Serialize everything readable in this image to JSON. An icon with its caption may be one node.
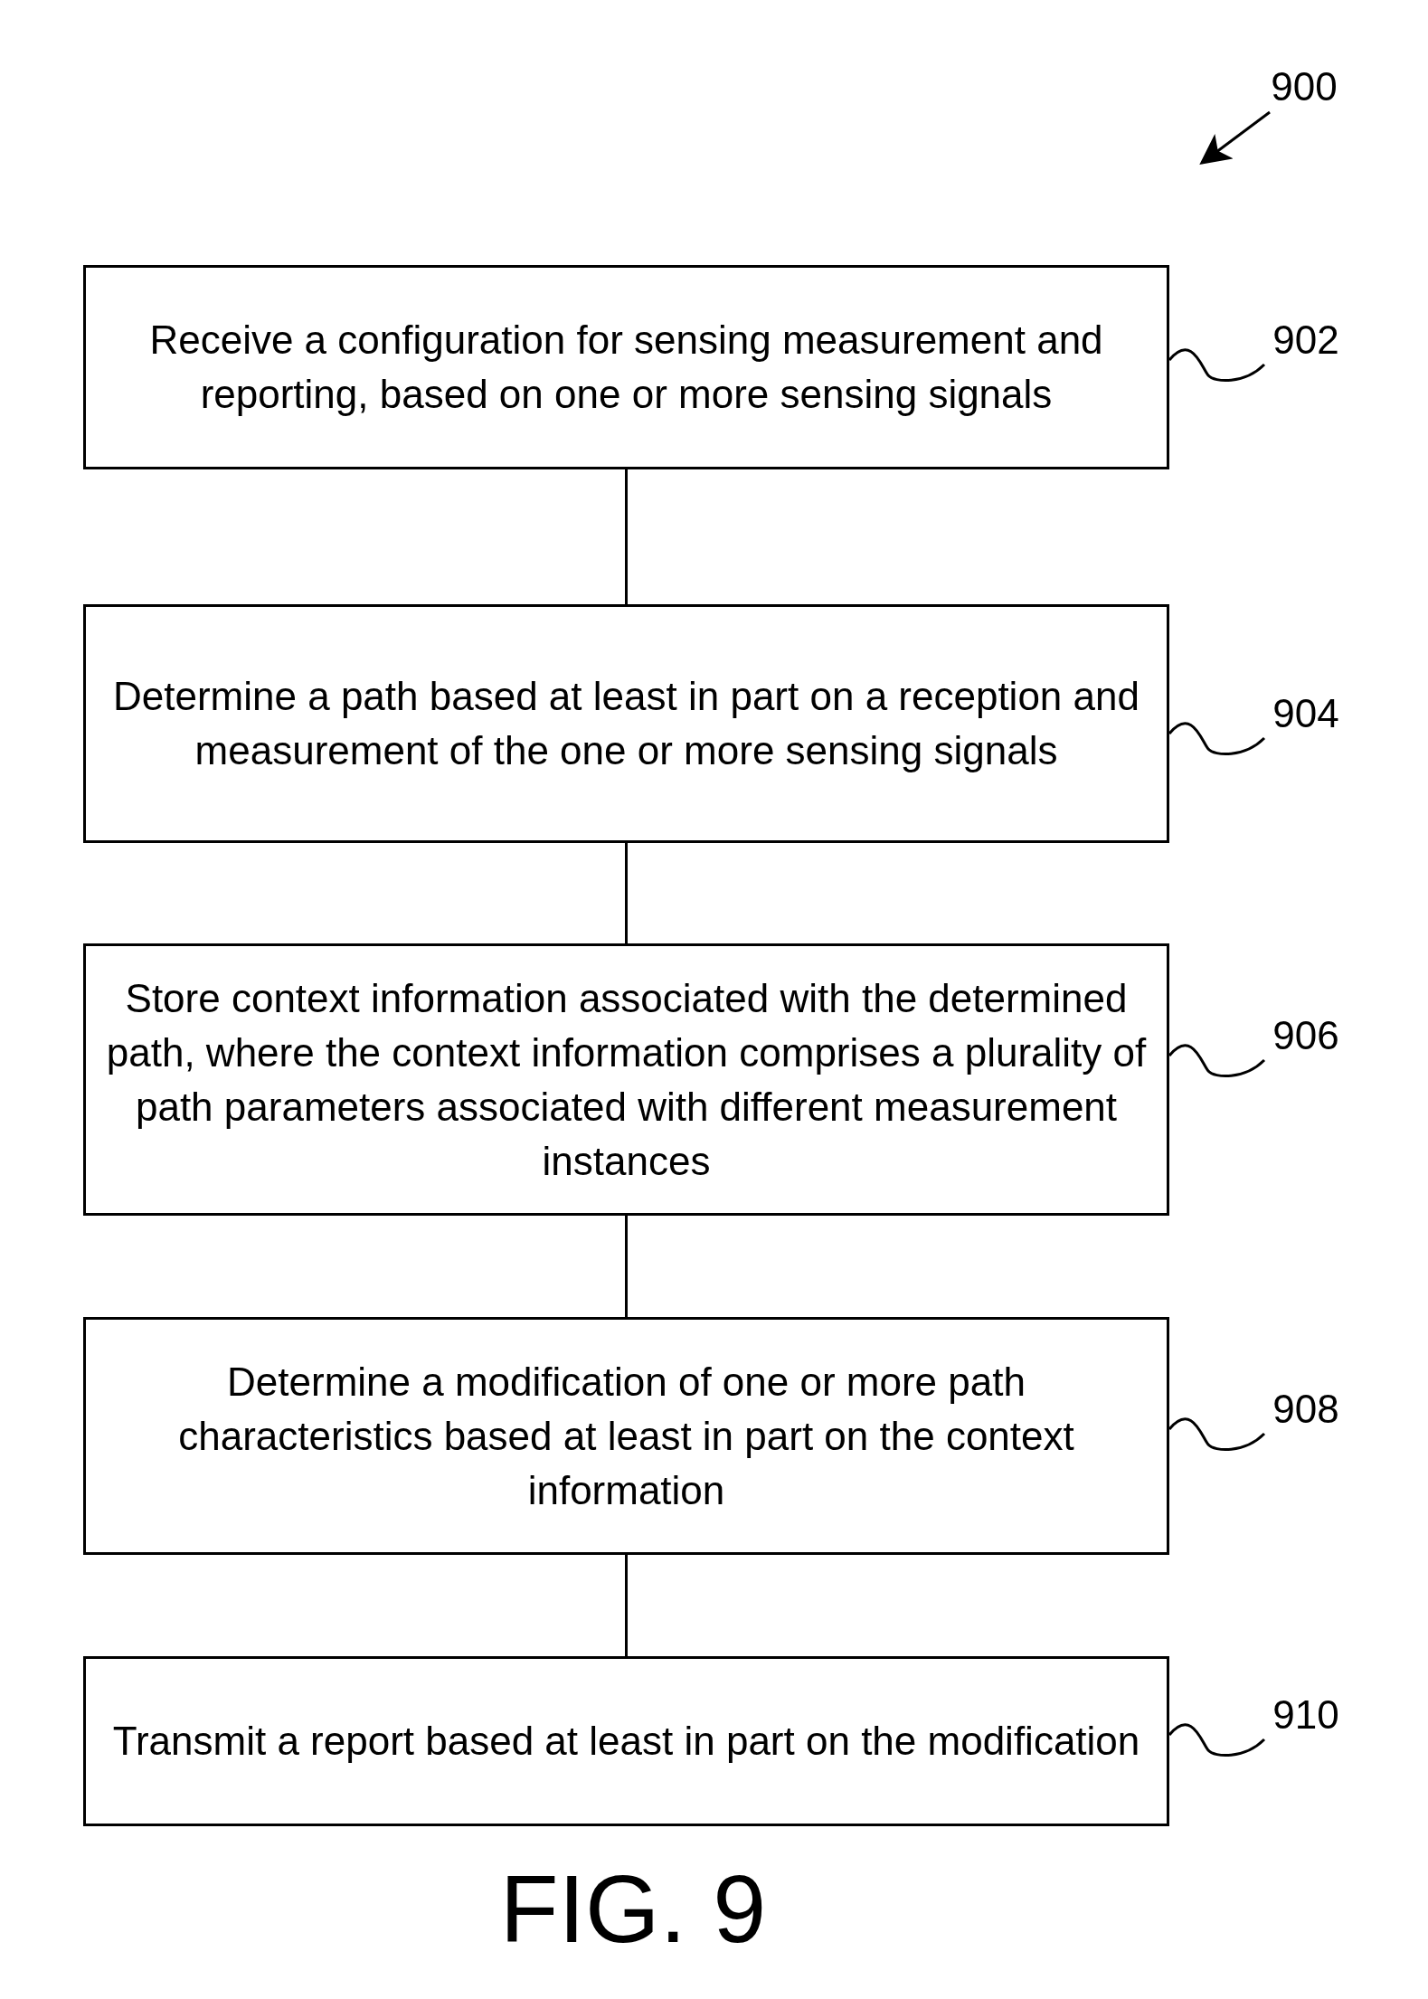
{
  "diagram": {
    "caption": "FIG. 9",
    "nodes": [
      {
        "text": [
          "Receive a configuration for sensing measurement and reporting, based on one or more sensing signals"
        ]
      },
      {
        "text": [
          "Determine a path based at least in part on a reception and measurement of the one or more sensing signals"
        ]
      },
      {
        "text": [
          "Store context information associated with the determined path, where the context information comprises a plurality of path parameters associated with different measurement instances"
        ]
      },
      {
        "text": [
          "Determine a modification of one or more path characteristics based at least in part on the context information"
        ]
      },
      {
        "text": [
          "Transmit a report based at least in part on the modification"
        ]
      },
      {
        "text": [
          "902"
        ]
      },
      {
        "text": [
          "904"
        ]
      },
      {
        "text": [
          "906"
        ]
      },
      {
        "text": [
          "908"
        ]
      },
      {
        "text": [
          "910"
        ]
      },
      {
        "text": [
          "900"
        ]
      }
    ],
    "edges": [
      {
        "from": 0,
        "to": 1,
        "arrow": "none"
      },
      {
        "from": 1,
        "to": 2,
        "arrow": "none"
      },
      {
        "from": 2,
        "to": 3,
        "arrow": "none"
      },
      {
        "from": 3,
        "to": 4,
        "arrow": "none"
      },
      {
        "from": 5,
        "to": 0,
        "arrow": "none"
      },
      {
        "from": 6,
        "to": 1,
        "arrow": "none"
      },
      {
        "from": 7,
        "to": 2,
        "arrow": "none"
      },
      {
        "from": 8,
        "to": 3,
        "arrow": "none"
      },
      {
        "from": 9,
        "to": 4,
        "arrow": "none"
      },
      {
        "from": 10,
        "to": null,
        "arrow": "to"
      }
    ]
  }
}
